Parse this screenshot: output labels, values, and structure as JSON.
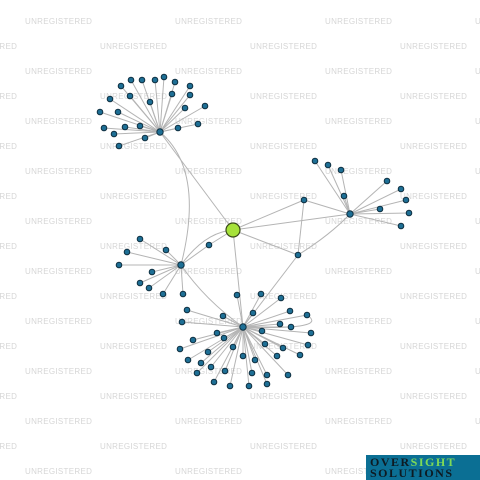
{
  "watermark": {
    "text": "UNREGISTERED"
  },
  "logo": {
    "part1": "OVER",
    "part2": "SIGHT",
    "line2": "SOLUTIONS",
    "colors": {
      "background": "#0b6f94",
      "text": "#0d1a22",
      "highlight": "#7ed957"
    }
  },
  "graph": {
    "colors": {
      "edge": "#b4b4b4",
      "node": "#1e6f95",
      "center": "#a6e23a"
    }
  }
}
